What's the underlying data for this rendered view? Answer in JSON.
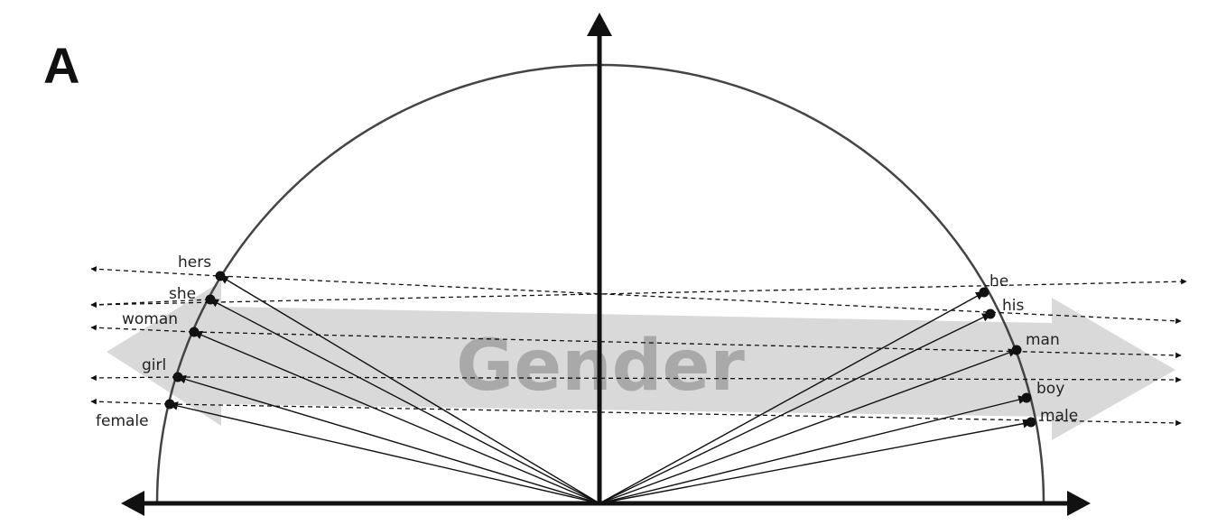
{
  "panel_label": "A",
  "band_label": "Gender",
  "female_words": [
    "hers",
    "she",
    "woman",
    "girl",
    "female"
  ],
  "male_words": [
    "he",
    "his",
    "man",
    "boy",
    "male"
  ],
  "colors": {
    "axis": "#111111",
    "band": "#d9d9d9",
    "band_text": "#a9a9a9",
    "arc": "#444444"
  }
}
